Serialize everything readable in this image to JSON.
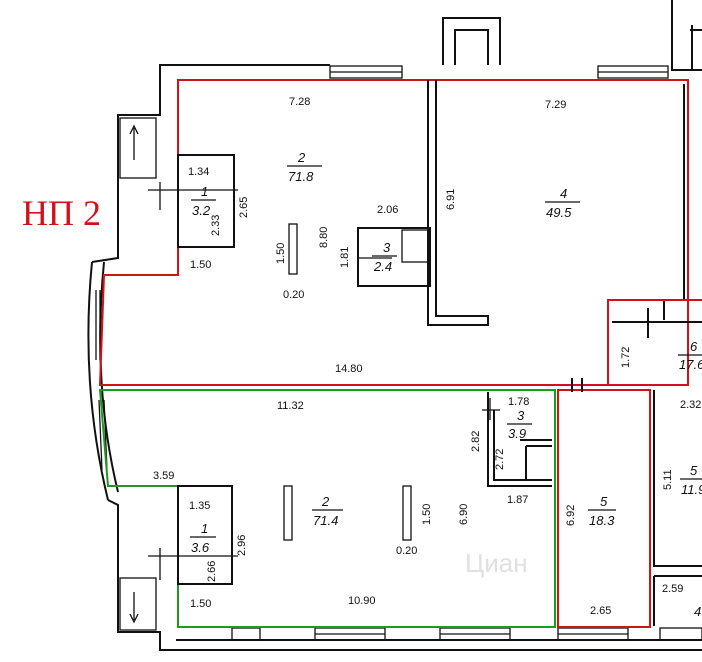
{
  "unit_label": "НП 2",
  "watermark": "Циан",
  "upper_unit": {
    "rooms": [
      {
        "num": "2",
        "area": "71.8"
      },
      {
        "num": "1",
        "area": "3.2"
      },
      {
        "num": "3",
        "area": "2.4"
      },
      {
        "num": "4",
        "area": "49.5"
      },
      {
        "num": "6",
        "area": "17.6"
      }
    ],
    "dims": {
      "top_left": "7.28",
      "top_right": "7.29",
      "wc_width": "1.34",
      "wc_height_outer": "2.65",
      "wc_height_inner": "2.33",
      "left_lower": "1.50",
      "column_height": "1.50",
      "column_width": "0.20",
      "room_height": "8.80",
      "closet_width": "2.06",
      "closet_height": "1.81",
      "partition_length": "6.91",
      "total_width": "14.80",
      "room6_height": "1.72"
    }
  },
  "lower_unit": {
    "rooms": [
      {
        "num": "2",
        "area": "71.4"
      },
      {
        "num": "1",
        "area": "3.6"
      },
      {
        "num": "3",
        "area": "3.9"
      },
      {
        "num": "5",
        "area": "18.3"
      },
      {
        "num": "5",
        "area": "11.9"
      },
      {
        "num": "4",
        "area": ""
      }
    ],
    "dims": {
      "top_width": "11.32",
      "store_width": "1.78",
      "store_height_outer": "2.82",
      "store_height_inner": "2.72",
      "bay_width": "3.59",
      "wc_width": "1.35",
      "wc_height_outer": "2.96",
      "wc_height_inner": "2.66",
      "room_height": "6.90",
      "column_height": "1.50",
      "column_width": "0.20",
      "store_bottom": "1.87",
      "left_lower": "1.50",
      "bottom_width": "10.90",
      "room5_height": "6.92",
      "room5_width": "2.65",
      "right_room_height": "5.11",
      "right_top": "2.32",
      "right_bottom": "2.59"
    }
  },
  "colors": {
    "upper_outline": "#d0121b",
    "lower_outline": "#1e9a1e",
    "room5_outline": "#d0121b",
    "label": "#d0121b"
  }
}
